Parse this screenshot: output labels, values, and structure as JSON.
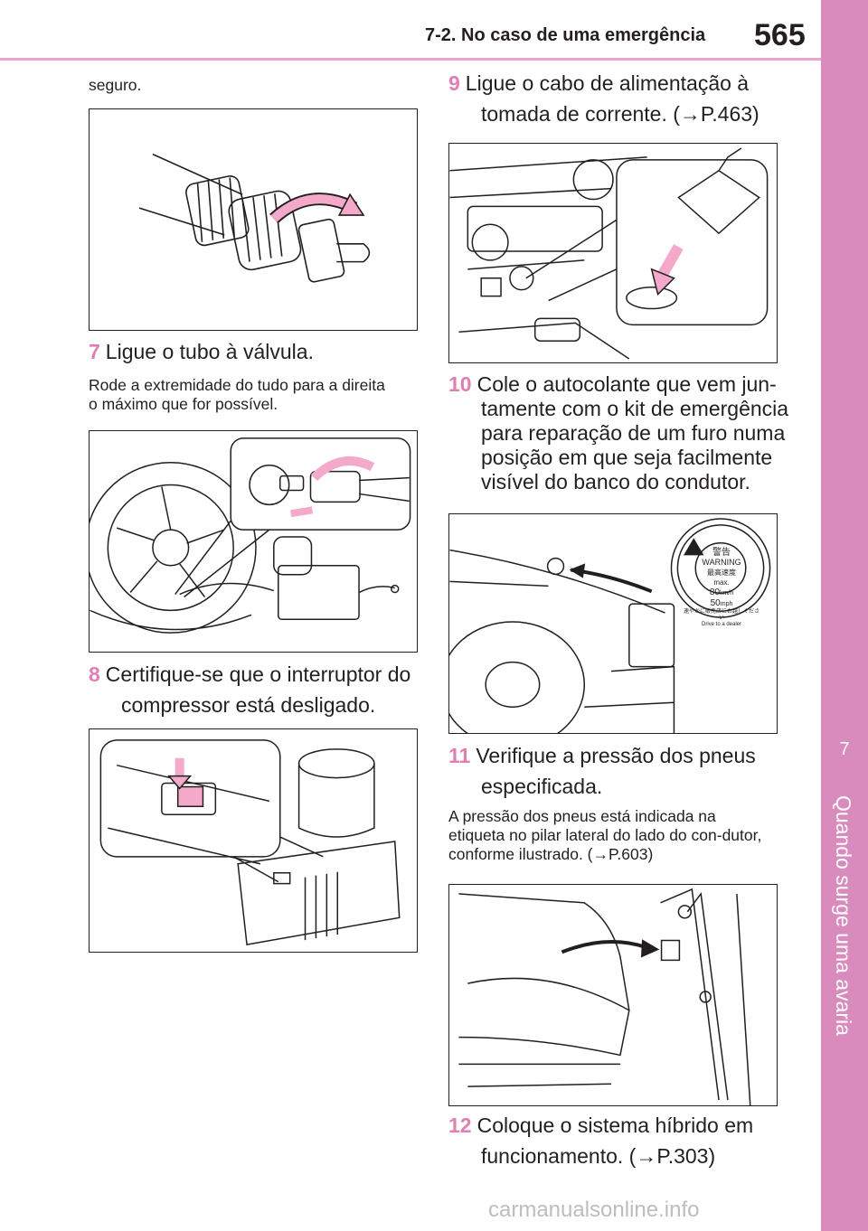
{
  "header": {
    "section_title": "7-2. No caso de uma emergência",
    "page_number": "565"
  },
  "side_tab": {
    "chapter_number": "7",
    "chapter_title": "Quando surge uma avaria"
  },
  "left_column": {
    "intro_text": "seguro.",
    "step7": {
      "number": "7",
      "text": "Ligue o tubo à válvula."
    },
    "step7_note": "Rode a extremidade do tudo para a direita o máximo que for possível.",
    "step8": {
      "number": "8",
      "text": "Certifique-se que o interruptor do compressor está desligado."
    }
  },
  "right_column": {
    "step9": {
      "number": "9",
      "text": "Ligue o cabo de alimentação à tomada de corrente. (→P.463)"
    },
    "step10": {
      "number": "10",
      "text": "Cole o autocolante que vem jun-tamente com o kit de emergência para reparação de um furo numa posição em que seja facilmente visível do banco do condutor."
    },
    "sticker": {
      "warning_jp": "警告",
      "warning_en": "WARNING",
      "max_jp": "最高速度",
      "max_label": "max.",
      "kmh_value": "80",
      "kmh_unit": "km/h",
      "mph_value": "50",
      "mph_unit": "mph",
      "bottom_jp": "速やかに販売店にお越しください",
      "bottom_en": "Drive to a dealer"
    },
    "step11": {
      "number": "11",
      "text": "Verifique a pressão dos pneus especificada."
    },
    "step11_note": "A pressão dos pneus está indicada na etiqueta no pilar lateral do lado do con-dutor, conforme ilustrado. (→P.603)",
    "step12": {
      "number": "12",
      "text": "Coloque o sistema híbrido em funcionamento. (→P.303)"
    }
  },
  "watermark": "carmanualsonline.info",
  "colors": {
    "accent": "#d98bbd",
    "step_number": "#e07fb3",
    "rule": "#e8a6c9"
  }
}
